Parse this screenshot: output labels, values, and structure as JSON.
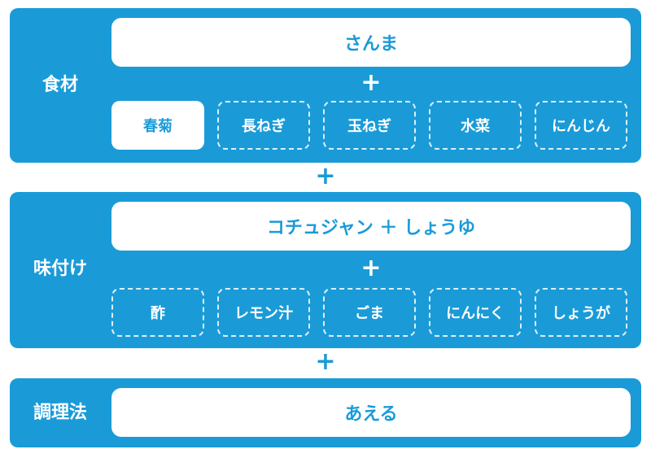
{
  "colors": {
    "panel": "#1a9bd8",
    "text_on_white": "#1a9bd8",
    "white": "#ffffff"
  },
  "plus_sign": "+",
  "ingredients": {
    "label": "食材",
    "main": "さんま",
    "options": [
      {
        "label": "春菊",
        "selected": true
      },
      {
        "label": "長ねぎ",
        "selected": false
      },
      {
        "label": "玉ねぎ",
        "selected": false
      },
      {
        "label": "水菜",
        "selected": false
      },
      {
        "label": "にんじん",
        "selected": false
      }
    ]
  },
  "seasoning": {
    "label": "味付け",
    "main": "コチュジャン ＋ しょうゆ",
    "options": [
      {
        "label": "酢",
        "selected": false
      },
      {
        "label": "レモン汁",
        "selected": false
      },
      {
        "label": "ごま",
        "selected": false
      },
      {
        "label": "にんにく",
        "selected": false
      },
      {
        "label": "しょうが",
        "selected": false
      }
    ]
  },
  "method": {
    "label": "調理法",
    "main": "あえる"
  }
}
